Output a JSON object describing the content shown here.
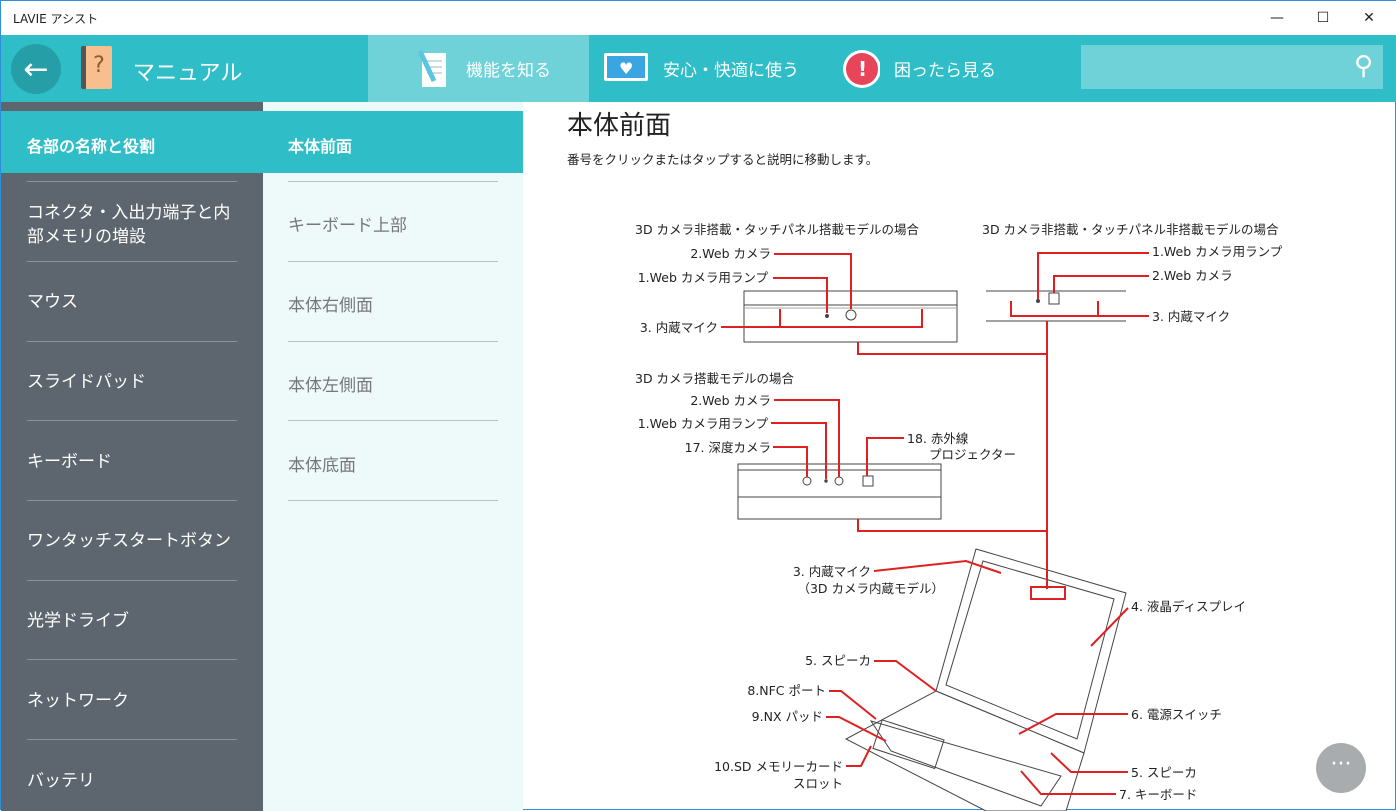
{
  "window": {
    "title": "LAVIE アシスト",
    "minimize": "—",
    "maximize": "☐",
    "close": "✕"
  },
  "header": {
    "app_title": "マニュアル",
    "tabs": [
      {
        "label": "機能を知る"
      },
      {
        "label": "安心・快適に使う"
      },
      {
        "label": "困ったら見る"
      }
    ],
    "search_placeholder": ""
  },
  "sidebar": {
    "items": [
      {
        "label": "各部の名称と役割"
      },
      {
        "label": "コネクタ・入出力端子と内部メモリの増設"
      },
      {
        "label": "マウス"
      },
      {
        "label": "スライドパッド"
      },
      {
        "label": "キーボード"
      },
      {
        "label": "ワンタッチスタートボタン"
      },
      {
        "label": "光学ドライブ"
      },
      {
        "label": "ネットワーク"
      },
      {
        "label": "バッテリ"
      }
    ]
  },
  "subnav": {
    "items": [
      {
        "label": "本体前面"
      },
      {
        "label": "キーボード上部"
      },
      {
        "label": "本体右側面"
      },
      {
        "label": "本体左側面"
      },
      {
        "label": "本体底面"
      }
    ]
  },
  "page": {
    "title": "本体前面",
    "description": "番号をクリックまたはタップすると説明に移動します。"
  },
  "diagram": {
    "model_a_title": "3D カメラ非搭載・タッチパネル搭載モデルの場合",
    "model_b_title": "3D カメラ非搭載・タッチパネル非搭載モデルの場合",
    "model_c_title": "3D カメラ搭載モデルの場合",
    "webcam": "2.Web カメラ",
    "lamp": "1.Web カメラ用ランプ",
    "mic": "3. 内蔵マイク",
    "depth": "17. 深度カメラ",
    "ir1": "18. 赤外線",
    "ir2": "プロジェクター",
    "mic3d_1": "3. 内蔵マイク",
    "mic3d_2": "（3D カメラ内蔵モデル）",
    "display": "4. 液晶ディスプレイ",
    "speaker": "5. スピーカ",
    "nfc": "8.NFC ポート",
    "pad": "9.NX パッド",
    "power": "6. 電源スイッチ",
    "sd1": "10.SD メモリーカード",
    "sd2": "スロット",
    "keyboard": "7. キーボード"
  },
  "more_button": "···",
  "colors": {
    "accent": "#2fbec8",
    "sidebar": "#5d666e",
    "leader": "#e02020"
  }
}
